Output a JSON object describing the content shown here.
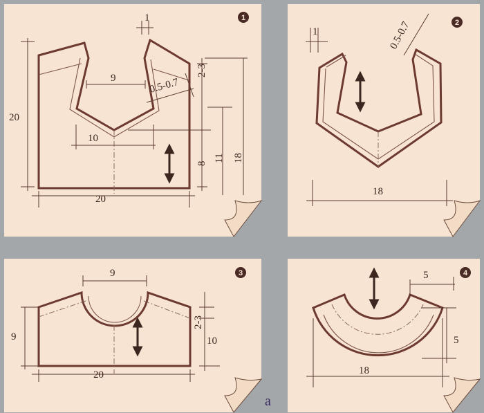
{
  "panels": [
    {
      "badge": "1",
      "labels": {
        "width_top": "9",
        "seam": "1",
        "gap": "0.5-0.7",
        "height_left": "20",
        "neck_bottom": "10",
        "bottom_width": "20",
        "shoulder": "2-3",
        "v8": "8",
        "v11": "11",
        "v18": "18"
      }
    },
    {
      "badge": "2",
      "labels": {
        "seam": "1",
        "gap": "0.5-0.7",
        "width": "18"
      }
    },
    {
      "badge": "3",
      "labels": {
        "top": "9",
        "left": "9",
        "bottom": "20",
        "shoulder": "2-3",
        "right": "10"
      }
    },
    {
      "badge": "4",
      "labels": {
        "top": "5",
        "right": "5",
        "bottom": "18"
      }
    }
  ],
  "caption": "a"
}
